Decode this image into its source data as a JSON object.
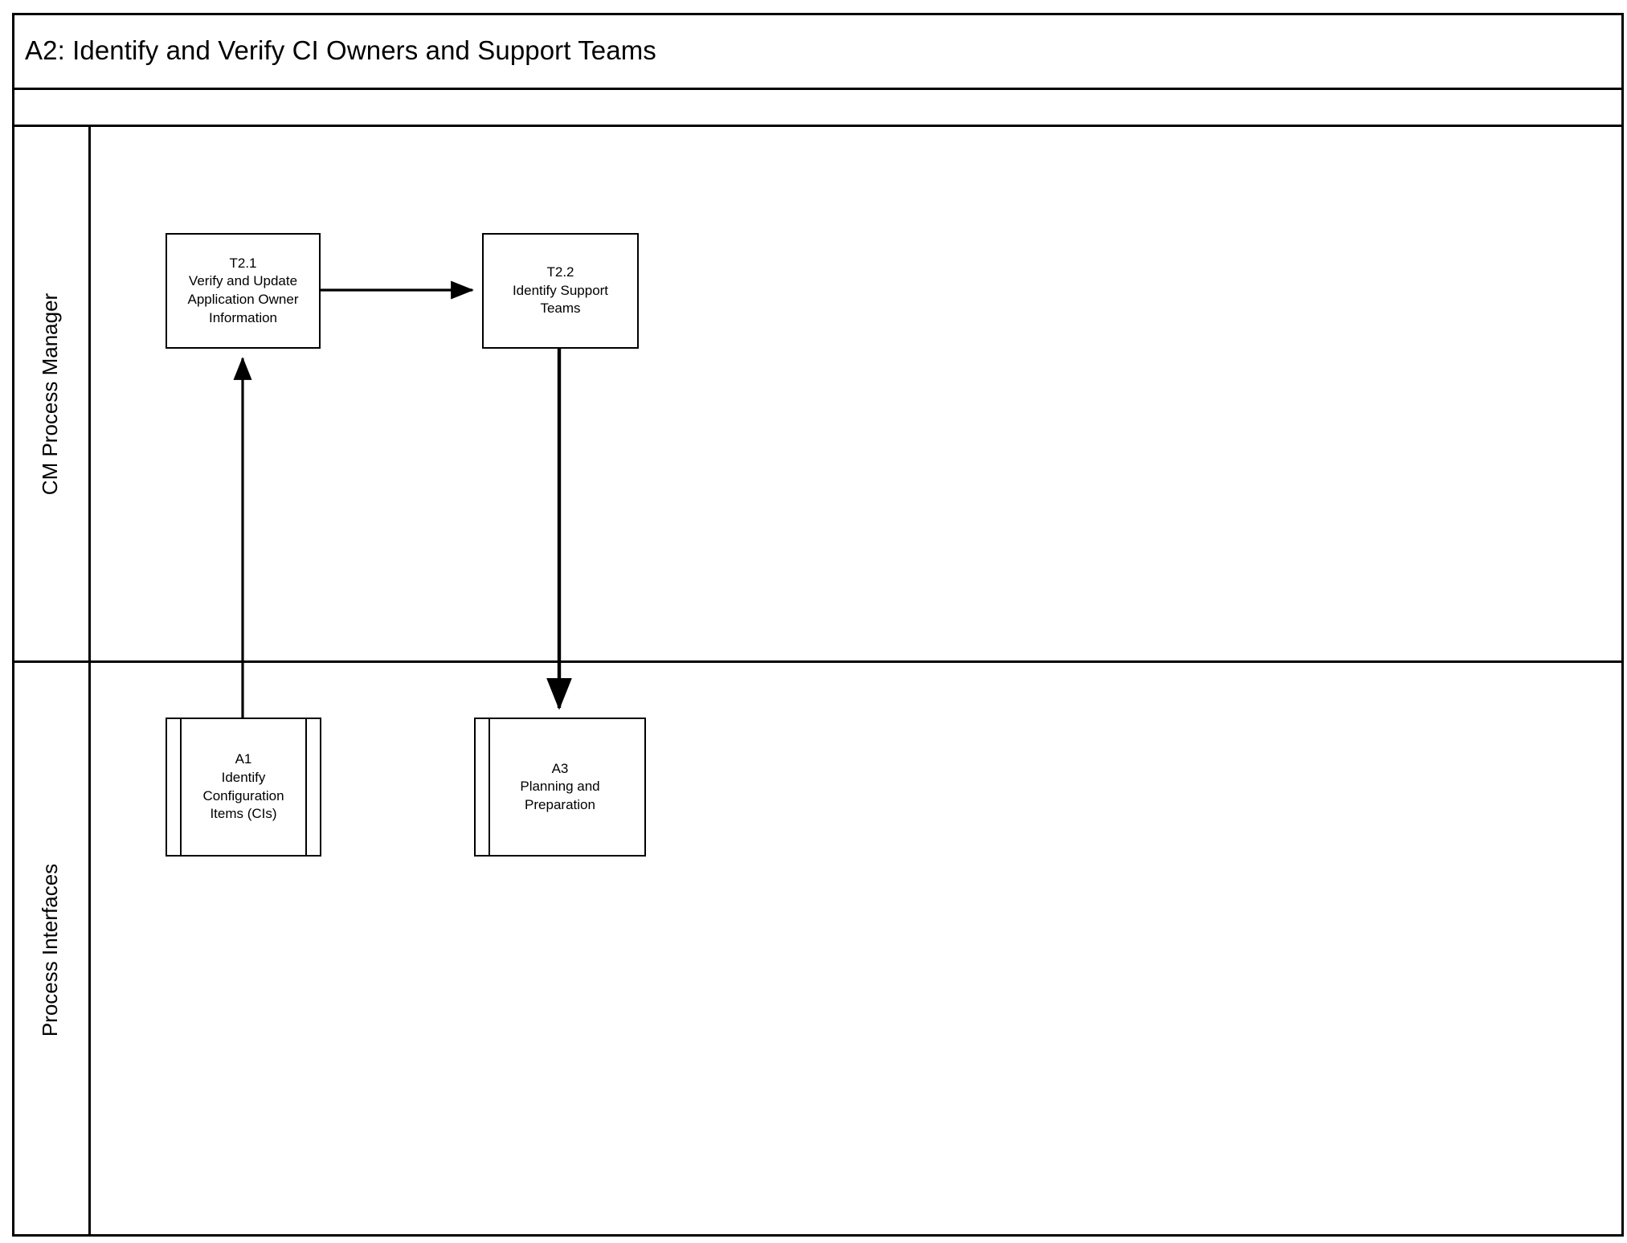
{
  "diagram": {
    "title": "A2: Identify and Verify CI Owners and Support Teams",
    "type": "swimlane-flowchart",
    "colors": {
      "background": "#ffffff",
      "stroke": "#000000",
      "text": "#000000"
    }
  },
  "lanes": [
    {
      "id": "lane-cm-process-manager",
      "label": "CM Process Manager"
    },
    {
      "id": "lane-process-interfaces",
      "label": "Process Interfaces"
    }
  ],
  "nodes": {
    "t21": {
      "id": "T2.1",
      "shape": "task",
      "lane": "CM Process Manager",
      "lines": [
        "T2.1",
        "Verify and Update",
        "Application Owner",
        "Information"
      ]
    },
    "t22": {
      "id": "T2.2",
      "shape": "task",
      "lane": "CM Process Manager",
      "lines": [
        "T2.2",
        "Identify Support",
        "Teams"
      ]
    },
    "a1": {
      "id": "A1",
      "shape": "subprocess",
      "lane": "Process Interfaces",
      "lines": [
        "A1",
        "Identify",
        "Configuration",
        "Items (CIs)"
      ]
    },
    "a3": {
      "id": "A3",
      "shape": "subprocess",
      "lane": "Process Interfaces",
      "lines": [
        "A3",
        "Planning and",
        "Preparation"
      ]
    }
  },
  "connectors": [
    {
      "id": "a1-to-t21",
      "from": "A1",
      "to": "T2.1",
      "direction": "up",
      "arrowhead": "filled-triangle"
    },
    {
      "id": "t21-to-t22",
      "from": "T2.1",
      "to": "T2.2",
      "direction": "right",
      "arrowhead": "filled-triangle"
    },
    {
      "id": "t22-to-a3",
      "from": "T2.2",
      "to": "A3",
      "direction": "down",
      "arrowhead": "filled-triangle"
    }
  ]
}
